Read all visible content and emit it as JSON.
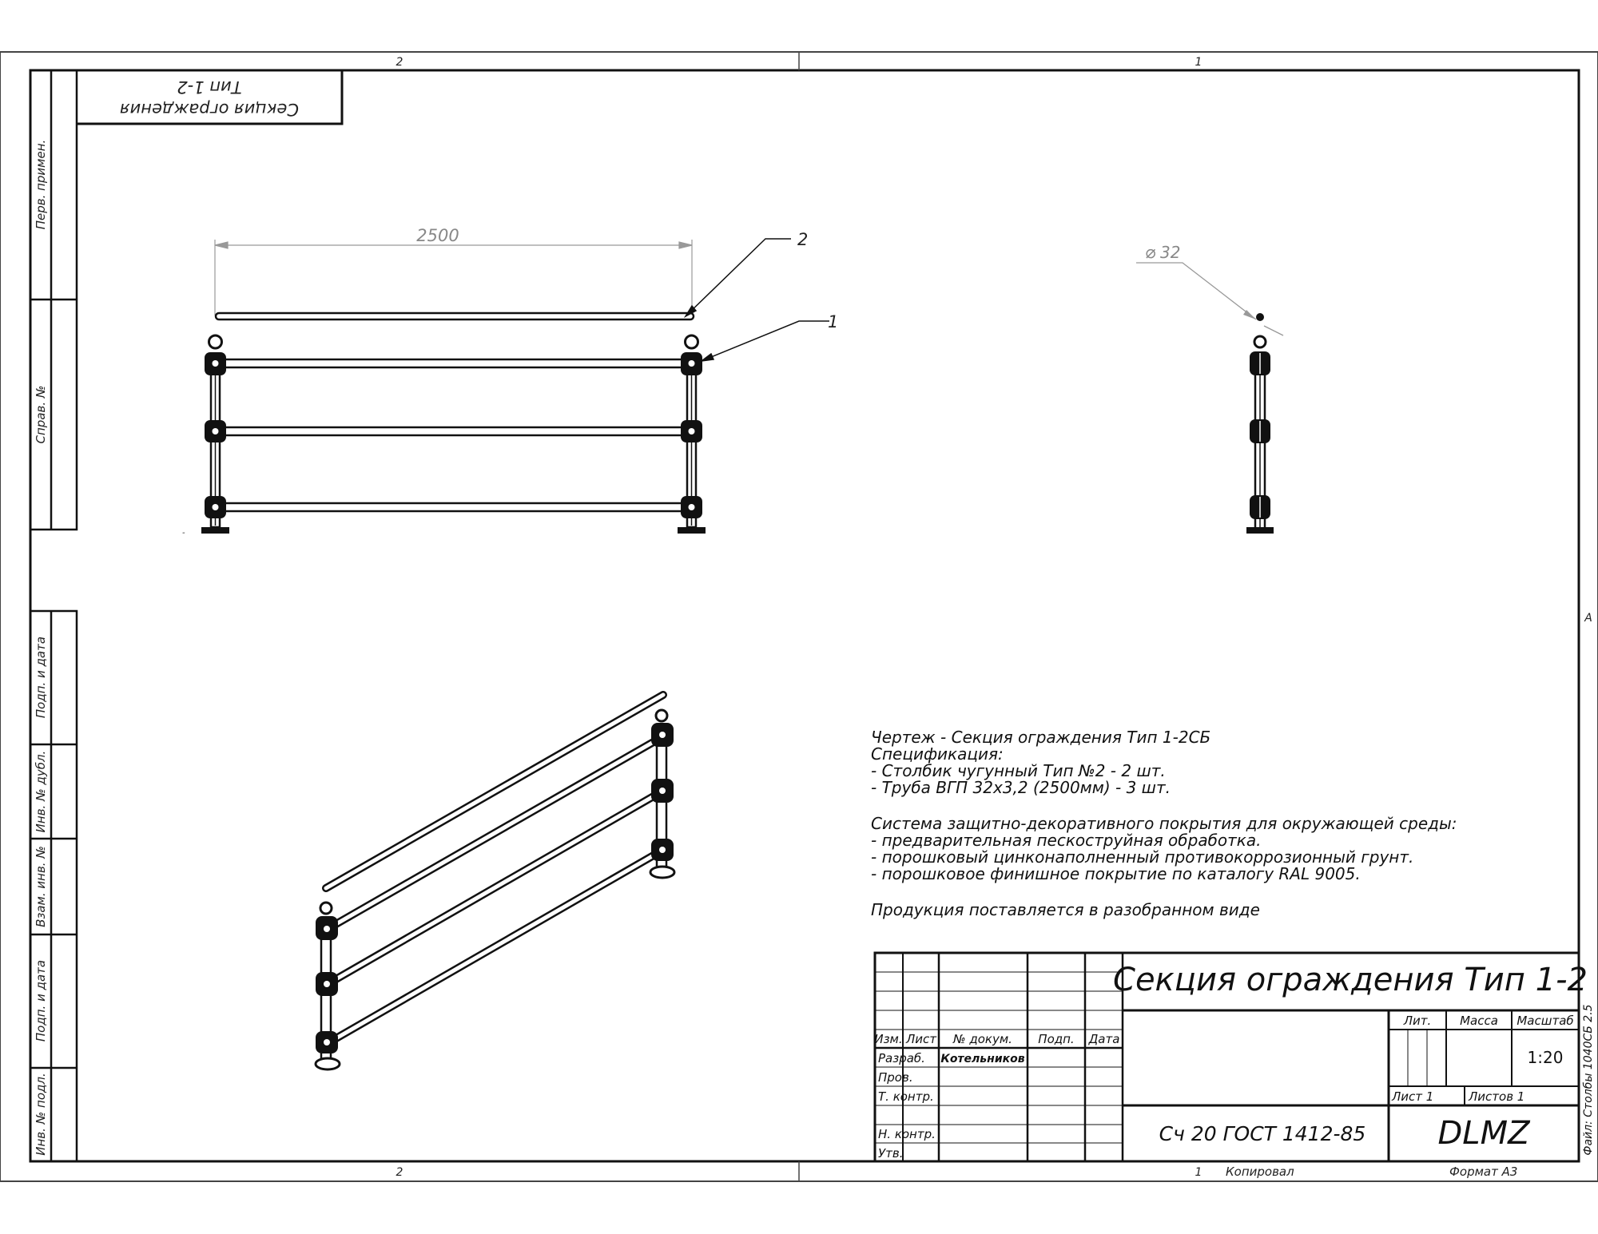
{
  "zones": {
    "top_left": "2",
    "top_right": "1",
    "bottom_left": "2",
    "bottom_right": "1",
    "right_side": "A"
  },
  "stamp_top": {
    "line1": "Секция ограждения",
    "line2": "Тип 1-2"
  },
  "side_columns": {
    "perv_primen": "Перв. примен.",
    "sprav_no": "Справ. №",
    "podp_i_data_1": "Подп. и дата",
    "inv_no_dubl": "Инв. № дубл.",
    "vzam_inv_no": "Взам. инв. №",
    "podp_i_data_2": "Подп. и дата",
    "inv_no_podl": "Инв. № подл."
  },
  "dimensions": {
    "length": "2500",
    "diameter": "32",
    "callout_1": "1",
    "callout_2": "2"
  },
  "notes": {
    "lines": [
      "Чертеж - Секция ограждения Тип 1-2СБ",
      "Спецификация:",
      "- Столбик чугунный Тип №2 - 2 шт.",
      "- Труба ВГП 32х3,2 (2500мм) - 3 шт.",
      "",
      "Система защитно-декоративного покрытия для окружающей среды:",
      "- предварительная пескоструйная обработка.",
      "- порошковый цинконаполненный противокоррозионный грунт.",
      "- порошковое финишное покрытие по каталогу RAL 9005.",
      "",
      "Продукция поставляется в разобранном виде"
    ]
  },
  "title_block": {
    "title": "Секция ограждения Тип 1-2",
    "material": "Сч 20 ГОСТ 1412-85",
    "company": "DLMZ",
    "headers": {
      "izm": "Изм.",
      "list": "Лист",
      "no_dokum": "№ докум.",
      "podp": "Подп.",
      "data": "Дата",
      "lit": "Лит.",
      "massa": "Масса",
      "masshtab": "Масштаб"
    },
    "rows": {
      "razrab": "Разраб.",
      "prov": "Пров.",
      "t_kontr": "Т. контр.",
      "n_kontr": "Н. контр.",
      "utv": "Утв."
    },
    "author": "Котельников",
    "scale": "1:20",
    "sheet": "Лист 1",
    "sheets": "Листов 1",
    "file": "Файл: Столбы 1040СБ 2.5"
  },
  "footer": {
    "kopiroval": "Копировал",
    "format": "Формат А3"
  }
}
